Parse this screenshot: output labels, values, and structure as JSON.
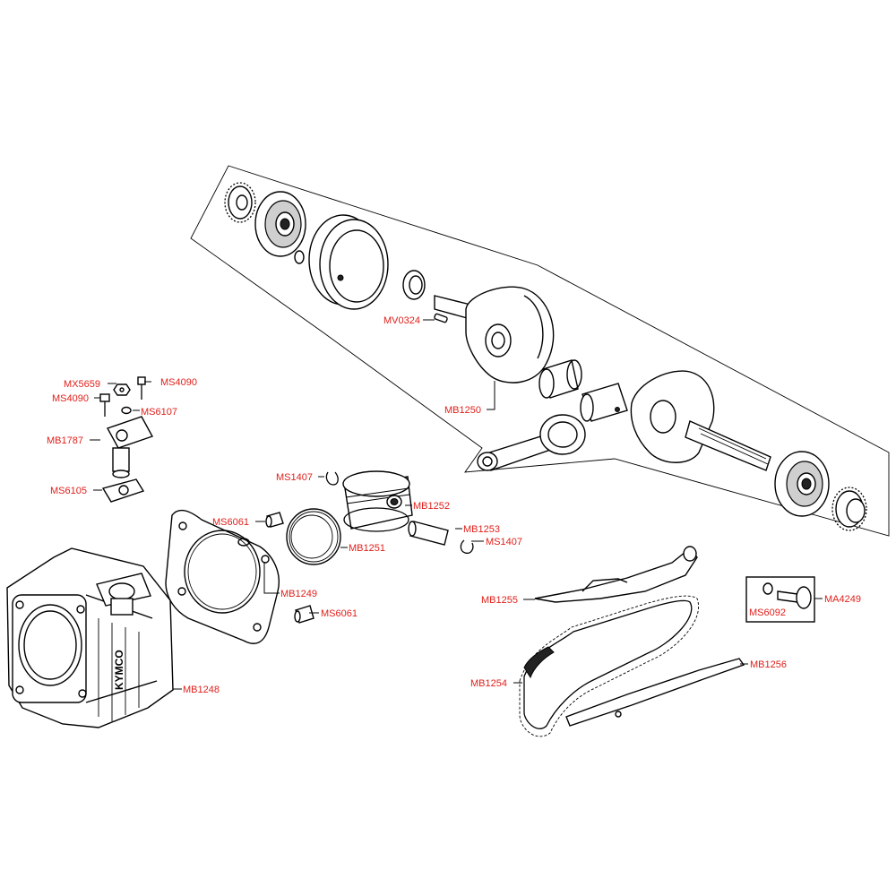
{
  "diagram": {
    "labels": {
      "mv0324": "MV0324",
      "mb1250": "MB1250",
      "mx5659": "MX5659",
      "ms4090_a": "MS4090",
      "ms4090_b": "MS4090",
      "ms6107": "MS6107",
      "mb1787": "MB1787",
      "ms6105": "MS6105",
      "ms1407_a": "MS1407",
      "mb1252": "MB1252",
      "ms6061_a": "MS6061",
      "mb1253": "MB1253",
      "ms1407_b": "MS1407",
      "mb1251": "MB1251",
      "mb1249": "MB1249",
      "ms6061_b": "MS6061",
      "mb1248": "MB1248",
      "mb1255": "MB1255",
      "ms6092": "MS6092",
      "ma4249": "MA4249",
      "mb1254": "MB1254",
      "mb1256": "MB1256"
    },
    "colors": {
      "label": "#e0201b",
      "line": "#000000",
      "background": "#ffffff"
    },
    "stamp_text": "KYMCO"
  }
}
